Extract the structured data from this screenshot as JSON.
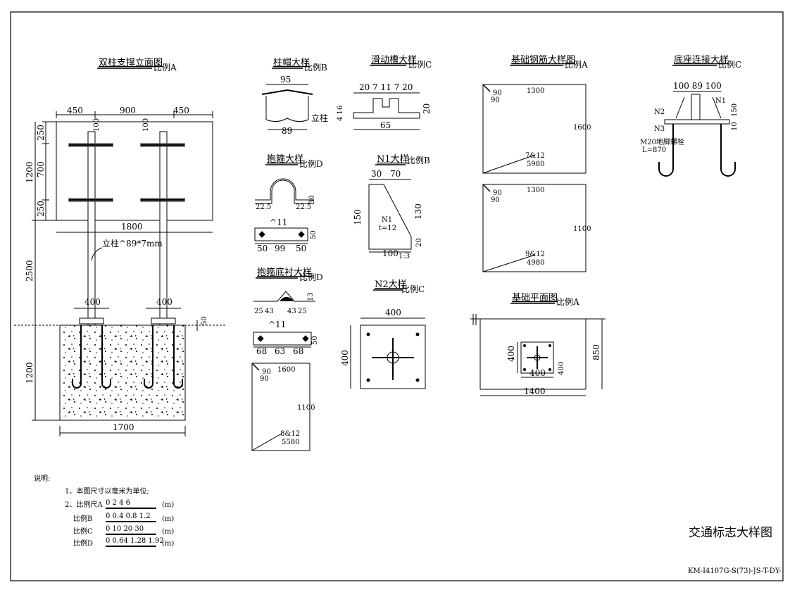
{
  "titles": {
    "elevation": "双柱支撑立面图",
    "cap": "柱帽大样",
    "slot": "滑动槽大样",
    "rebar": "基础钢筋大样图",
    "base_conn": "底座连接大样",
    "hoop": "抱箍大样",
    "n1": "N1大样",
    "hoop_liner": "抱箍底衬大样",
    "n2": "N2大样",
    "found_plan": "基础平面图"
  },
  "scales": {
    "A": "比例A",
    "B": "比例B",
    "C": "比例C",
    "D": "比例D"
  },
  "elevation": {
    "top_dims": [
      "450",
      "900",
      "450"
    ],
    "post_dims": [
      "100",
      "100"
    ],
    "left_dims": [
      "250",
      "700",
      "250",
      "1200",
      "2500",
      "1200"
    ],
    "width_1800": "1800",
    "post_label": "立柱^89*7mm",
    "base_dims": [
      "400",
      "400"
    ],
    "dim_50": "50",
    "width_1700": "1700"
  },
  "cap": {
    "top": "95",
    "bottom": "89",
    "label": "立柱"
  },
  "slot": {
    "top": "20 7 11 7 20",
    "left": "4 16",
    "right": "20",
    "bottom": "65"
  },
  "rebar": {
    "a": {
      "w": "1300",
      "h": "1600",
      "corner": "90",
      "corner2": "90",
      "bar": "7&12",
      "len": "5980"
    },
    "b": {
      "w": "1300",
      "h": "1100",
      "corner": "90",
      "corner2": "90",
      "bar": "9&12",
      "len": "4980"
    }
  },
  "base_conn": {
    "dims": "100 89 100",
    "n1": "N1",
    "n2": "N2",
    "n3": "N3",
    "h150": "150",
    "h10": "10",
    "bolt": "M20地脚螺栓",
    "len": "L=870"
  },
  "hoop": {
    "d1": "22.5",
    "d2": "22.5",
    "h": "30",
    "hole": "^11",
    "b1": "50",
    "b2": "99",
    "b3": "50",
    "r": "50"
  },
  "n1": {
    "top1": "30",
    "top2": "70",
    "left": "150",
    "right": "130",
    "right2": "20",
    "bottom": "100",
    "ratio": "1:3",
    "label": "N1",
    "t": "t=12"
  },
  "liner": {
    "d1": "25",
    "d2": "43",
    "d3": "43",
    "d4": "25",
    "h": "13",
    "hole": "^11",
    "b1": "68",
    "b2": "63",
    "b3": "68",
    "r": "50"
  },
  "rebar_c": {
    "w": "1600",
    "h": "1100",
    "corner": "90",
    "corner2": "90",
    "bar": "8&12",
    "len": "5580"
  },
  "n2": {
    "w": "400",
    "h": "400"
  },
  "found_plan": {
    "inner_w": "400",
    "inner_h": "400",
    "inner_h2": "400",
    "outer_w": "1400",
    "outer_h": "850"
  },
  "notes": {
    "heading": "说明:",
    "line1": "1、本图尺寸以毫米为单位;",
    "line2": "2、比例尺A",
    "scaleA_ticks": "0    2    4    6",
    "unit": "(m)",
    "scaleB": "比例B",
    "scaleB_ticks": "0  0.4 0.8 1.2",
    "scaleC": "比例C",
    "scaleC_ticks": "0   10  20  30",
    "scaleD": "比例D",
    "scaleD_ticks": "0  0.64 1.28 1.92"
  },
  "sheet_title": "交通标志大样图",
  "drawing_no": "KM-I4107G-S(73)-JS-T-DY-"
}
